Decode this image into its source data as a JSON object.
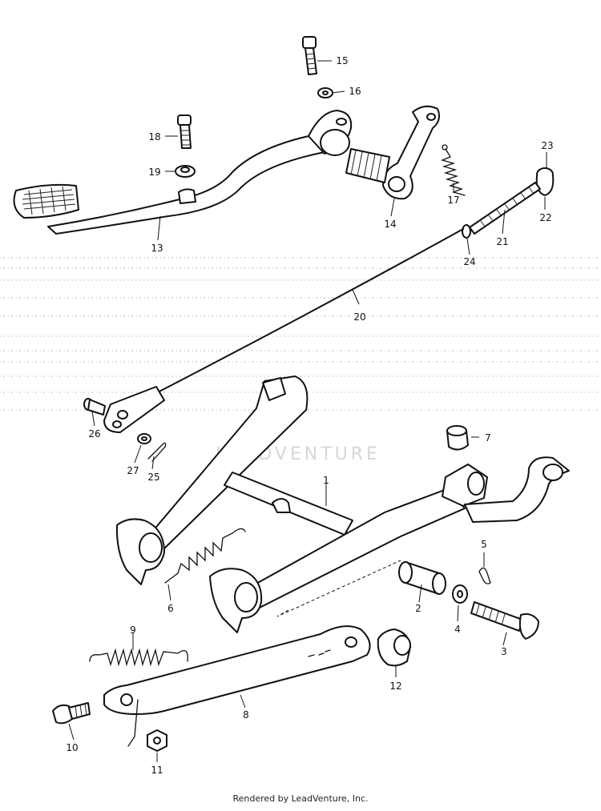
{
  "watermark": "LEADVENTURE",
  "footer": "Rendered by LeadVenture, Inc.",
  "callouts": {
    "n1": "1",
    "n2": "2",
    "n3": "3",
    "n4": "4",
    "n5": "5",
    "n6": "6",
    "n7": "7",
    "n8": "8",
    "n9": "9",
    "n10": "10",
    "n11": "11",
    "n12": "12",
    "n13": "13",
    "n14": "14",
    "n15": "15",
    "n16": "16",
    "n17": "17",
    "n18": "18",
    "n19": "19",
    "n20": "20",
    "n21": "21",
    "n22": "22",
    "n23": "23",
    "n24": "24",
    "n25": "25",
    "n26": "26",
    "n27": "27"
  },
  "colors": {
    "ink": "#111111",
    "paper": "#ffffff",
    "watermark": "#d7d7d7"
  }
}
